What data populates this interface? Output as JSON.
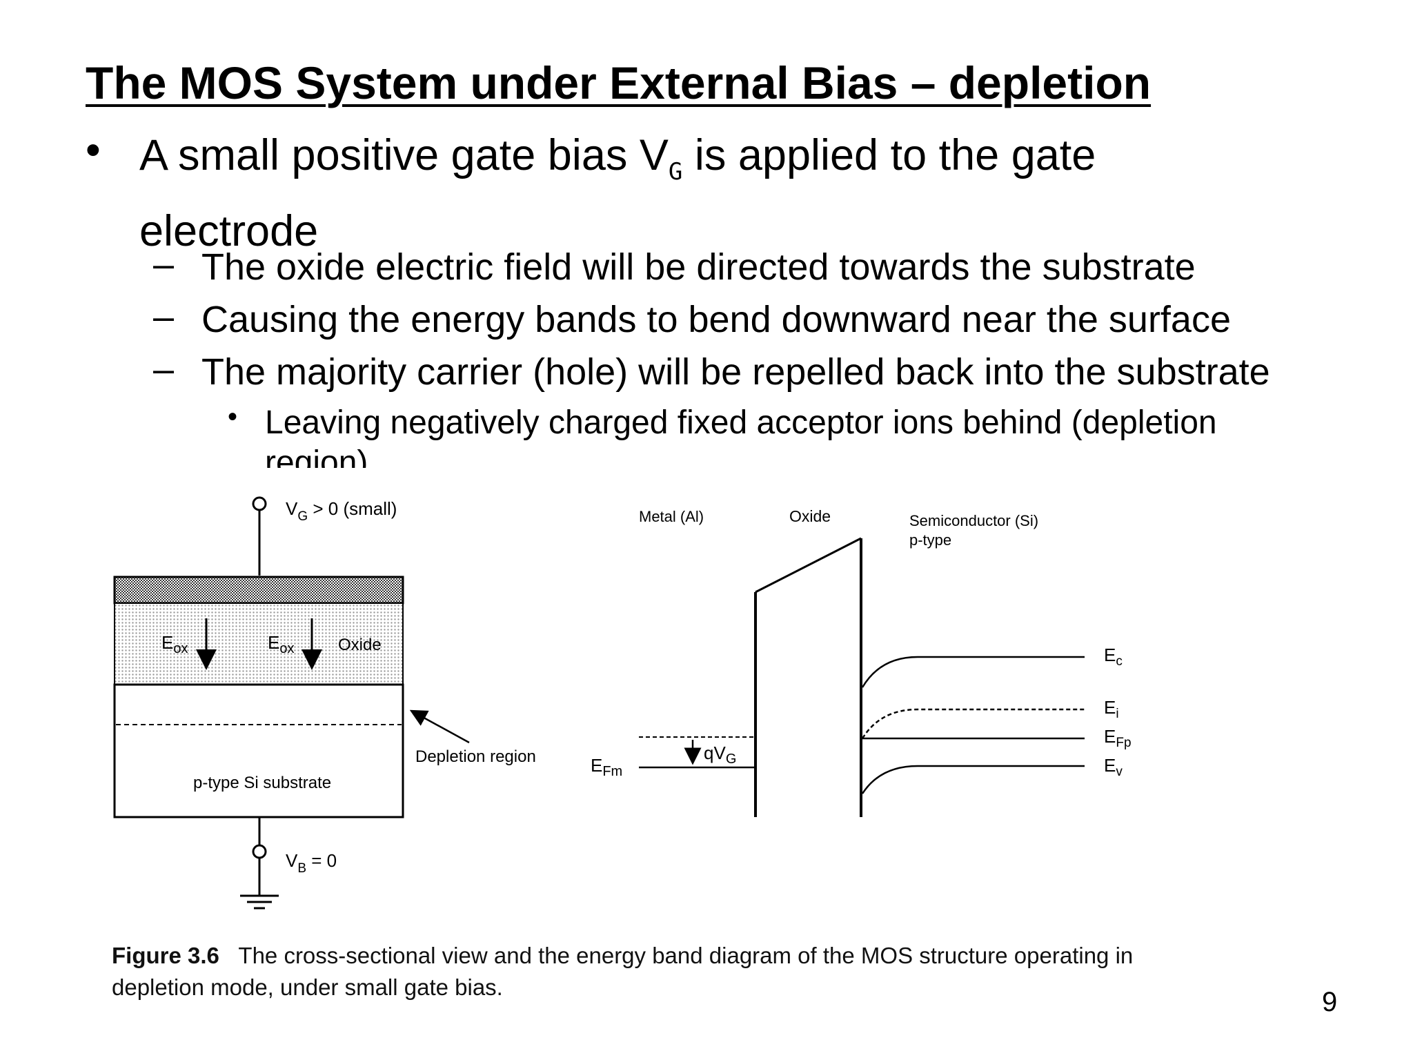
{
  "slide": {
    "title": "The MOS System under External Bias – depletion",
    "bullet": {
      "text_before": "A small positive gate bias V",
      "sub": "G",
      "text_after": " is applied to the gate electrode"
    },
    "sub_bullets": [
      "The oxide electric field will be directed towards the substrate",
      "Causing the energy bands to bend downward near the surface",
      "The majority carrier (hole) will be repelled back into the substrate"
    ],
    "sub_sub_bullet": "Leaving negatively charged fixed acceptor ions behind (depletion region)",
    "page_number": "9"
  },
  "figure": {
    "cross_section": {
      "vg_label": "V",
      "vg_sub": "G",
      "vg_rest": " > 0  (small)",
      "eox_label": "E",
      "eox_sub": "ox",
      "oxide_label": "Oxide",
      "depletion_label": "Depletion region",
      "substrate_label": "p-type Si substrate",
      "vb_label": "V",
      "vb_sub": "B",
      "vb_rest": " = 0"
    },
    "band_diagram": {
      "metal_label": "Metal (Al)",
      "oxide_label": "Oxide",
      "semi_label_1": "Semiconductor (Si)",
      "semi_label_2": "p-type",
      "ec": "E",
      "ec_sub": "c",
      "ei": "E",
      "ei_sub": "i",
      "efp": "E",
      "efp_sub": "Fp",
      "ev": "E",
      "ev_sub": "v",
      "efm": "E",
      "efm_sub": "Fm",
      "qvg": "qV",
      "qvg_sub": "G"
    },
    "caption_label": "Figure 3.6",
    "caption_text": "The cross-sectional view and the energy band diagram of the MOS structure operating in depletion mode, under small gate bias."
  }
}
